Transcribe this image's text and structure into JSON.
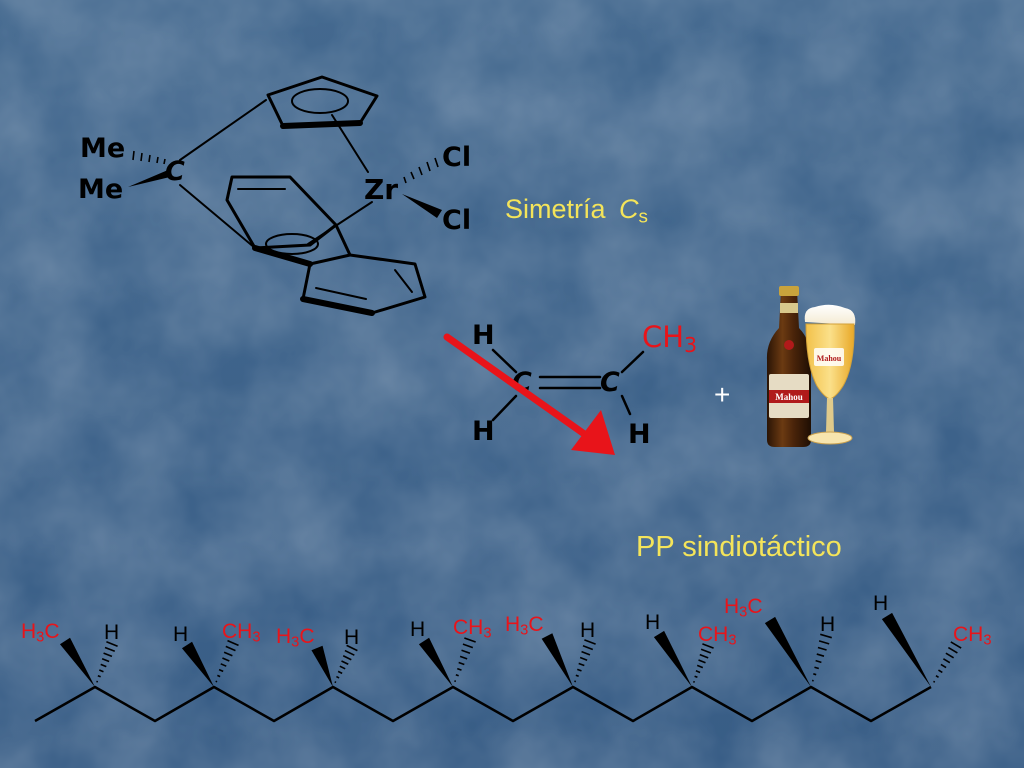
{
  "catalyst": {
    "me_top": "Me",
    "me_bottom": "Me",
    "bridge_c": "C",
    "metal": "Zr",
    "cl_top": "Cl",
    "cl_bottom": "Cl"
  },
  "symmetry": {
    "label": "Simetría",
    "group_letter": "C",
    "group_sub": "s"
  },
  "propylene": {
    "h_top_left": "H",
    "ch3_main": "CH",
    "ch3_sub": "3",
    "c_left": "C",
    "c_right": "C",
    "h_bottom_left": "H",
    "h_bottom_right": "H"
  },
  "plus_sign": "+",
  "product_label": "PP sindiotáctico",
  "chain": {
    "ch3_main": "CH",
    "h3c_pre": "H",
    "h3c_post": "C",
    "sub3": "3",
    "h": "H"
  },
  "colors": {
    "background": "#3e638d",
    "accent_yellow": "#f4e45a",
    "methyl_red": "#e8141a",
    "arrow_red": "#e8141a"
  },
  "icons": [
    "beer-bottle-icon",
    "beer-glass-icon"
  ]
}
